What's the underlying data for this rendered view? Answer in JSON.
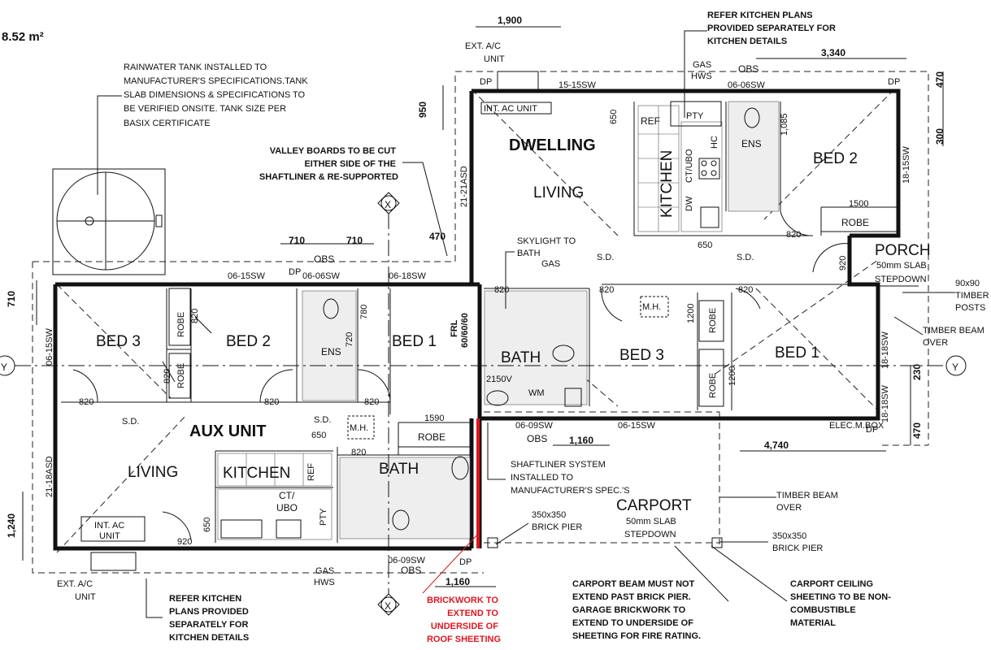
{
  "area": "8.52 m²",
  "rooms": {
    "dwelling": "DWELLING",
    "aux_unit": "AUX UNIT",
    "living_dwelling": "LIVING",
    "living_aux": "LIVING",
    "kitchen_dwelling": "KITCHEN",
    "kitchen_aux": "KITCHEN",
    "bed1_dwelling": "BED 1",
    "bed2_dwelling": "BED 2",
    "bed3_dwelling": "BED 3",
    "bed1_aux": "BED 1",
    "bed2_aux": "BED 2",
    "bed3_aux": "BED 3",
    "bath_dwelling": "BATH",
    "bath_aux": "BATH",
    "ens_dwelling": "ENS",
    "ens_aux": "ENS",
    "porch": "PORCH",
    "carport": "CARPORT",
    "robe": "ROBE",
    "ref": "REF",
    "pty": "PTY",
    "dw": "DW",
    "ct_ubo": "CT/UBO",
    "ct": "CT/",
    "ubo": "UBO",
    "hc": "HC",
    "mh": "M.H.",
    "wm": "WM",
    "fridge": "REF",
    "int_ac": "INT. AC UNIT",
    "int_ac_aux_1": "INT. AC",
    "int_ac_aux_2": "UNIT"
  },
  "labels": {
    "ext_ac_top_1": "EXT. A/C",
    "ext_ac_top_2": "UNIT",
    "ext_ac_bot_1": "EXT. A/C",
    "ext_ac_bot_2": "UNIT",
    "gas_hws_top_1": "GAS",
    "gas_hws_top_2": "HWS",
    "gas_hws_bot_1": "GAS",
    "gas_hws_bot_2": "HWS",
    "obs": "OBS",
    "dp": "DP",
    "sd": "S.D.",
    "gas": "GAS",
    "frl": "FRL",
    "frl_val": "60/60/60",
    "elec": "ELEC.M.BOX",
    "porch_slab_1": "50mm SLAB",
    "porch_slab_2": "STEPDOWN",
    "carport_slab_1": "50mm SLAB",
    "carport_slab_2": "STEPDOWN",
    "axis": "X",
    "axis_y": "Y"
  },
  "windows": {
    "w1": "15-15SW",
    "w2": "06-06SW",
    "w3": "06-15SW",
    "w4": "06-06SW",
    "w5": "06-18SW",
    "w6": "06-15SW",
    "w7": "21-18ASD",
    "w8": "21-21ASD",
    "w9": "18-15SW",
    "w10": "18-18SW",
    "w11": "06-09SW",
    "w12": "06-15SW",
    "w13": "06-09SW",
    "w14": "18-18SW",
    "w15": "2150V",
    "w16": "1500",
    "w17": "1590",
    "w18": "1200",
    "w19": "1200"
  },
  "dims": {
    "d1900": "1,900",
    "d3340": "3,340",
    "d950": "950",
    "d470a": "470",
    "d470b": "470",
    "d470c": "470",
    "d300": "300",
    "d710a": "710",
    "d710b": "710",
    "d710c": "710",
    "d1240": "1,240",
    "d1160a": "1,160",
    "d1160b": "1,160",
    "d4740": "4,740",
    "d230": "230",
    "d650a": "650",
    "d650b": "650",
    "d650c": "650",
    "d650d": "650",
    "d1085": "1,085",
    "d780": "780",
    "d720": "720",
    "d820": "820",
    "d920": "920"
  },
  "notes": {
    "rainwater": [
      "RAINWATER TANK INSTALLED TO",
      "MANUFACTURER'S SPECIFICATIONS.TANK",
      "SLAB DIMENSIONS & SPECIFICATIONS TO",
      "BE VERIFIED ONSITE. TANK SIZE PER",
      "BASIX CERTIFICATE"
    ],
    "valley": [
      "VALLEY BOARDS TO BE CUT",
      "EITHER SIDE OF THE",
      "SHAFTLINER & RE-SUPPORTED"
    ],
    "kitchen_top": [
      "REFER KITCHEN PLANS",
      "PROVIDED SEPARATELY FOR",
      "KITCHEN DETAILS"
    ],
    "kitchen_bot": [
      "REFER KITCHEN",
      "PLANS PROVIDED",
      "SEPARATELY FOR",
      "KITCHEN DETAILS"
    ],
    "skylight": [
      "SKYLIGHT TO",
      "BATH"
    ],
    "shaftliner": [
      "SHAFTLINER SYSTEM",
      "INSTALLED TO",
      "MANUFACTURER'S SPEC.'S"
    ],
    "pier1": [
      "350x350",
      "BRICK PIER"
    ],
    "pier2": [
      "350x350",
      "BRICK PIER"
    ],
    "timber_beam_1": [
      "TIMBER BEAM",
      "OVER"
    ],
    "timber_beam_2": [
      "TIMBER BEAM",
      "OVER"
    ],
    "timber_posts": [
      "90x90",
      "TIMBER",
      "POSTS"
    ],
    "brickwork": [
      "BRICKWORK TO",
      "EXTEND TO",
      "UNDERSIDE OF",
      "ROOF SHEETING"
    ],
    "carport_beam": [
      "CARPORT BEAM MUST NOT",
      "EXTEND PAST BRICK PIER.",
      "GARAGE BRICKWORK TO",
      "EXTEND TO UNDERSIDE OF",
      "SHEETING FOR FIRE RATING."
    ],
    "carport_ceiling": [
      "CARPORT CEILING",
      "SHEETING TO BE NON-",
      "COMBUSTIBLE",
      "MATERIAL"
    ]
  },
  "colors": {
    "line": "#111111",
    "accent_red": "#e0161c",
    "tile": "#eeeeee"
  }
}
